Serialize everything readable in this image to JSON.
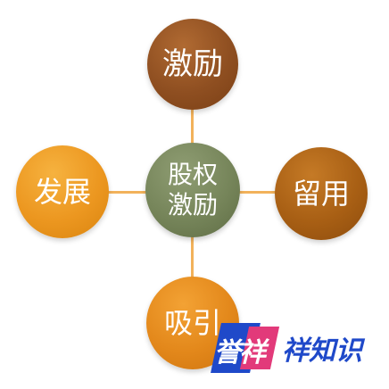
{
  "diagram": {
    "center": {
      "line1": "股权",
      "line2": "激励"
    },
    "top": {
      "label": "激励"
    },
    "right": {
      "label": "留用"
    },
    "bottom": {
      "label": "吸引"
    },
    "left": {
      "label": "发展"
    }
  },
  "watermark": {
    "logo_text": "誉祥",
    "text": "祥知识"
  },
  "colors": {
    "connector": "#f2b25b",
    "top_node": "#8f4f21",
    "right_node": "#a85f14",
    "left_node": "#ec9720",
    "bottom_node": "#e3881b",
    "center_node": "#76855a",
    "watermark_blue": "#1f49c9",
    "watermark_pink": "#e23a7a"
  }
}
